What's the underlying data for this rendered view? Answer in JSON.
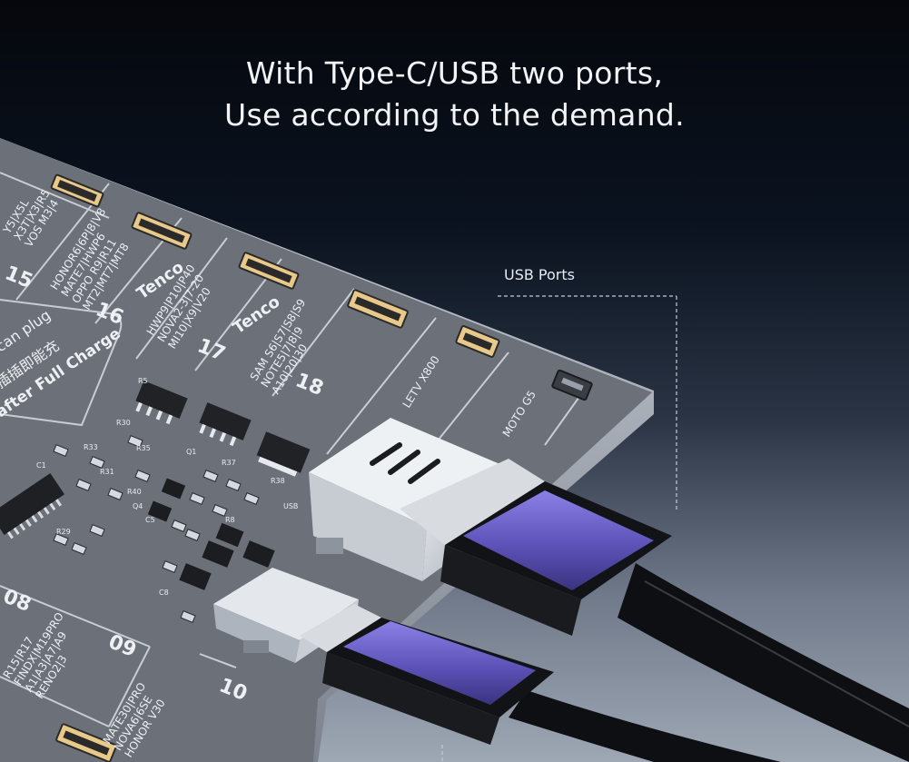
{
  "headline": {
    "line1": "With Type-C/USB two ports,",
    "line2": "Use according to the demand."
  },
  "callout": {
    "label": "USB Ports"
  },
  "board": {
    "slots": [
      {
        "number": "15",
        "brand": "",
        "models": [
          "Y5|X5L",
          "X3T|X3|R5",
          "VOS M3|4"
        ]
      },
      {
        "number": "16",
        "brand": "Tenco",
        "models": [
          "HONOR6|6P|8|V8",
          "MATE7|HWP6",
          "OPPO R9|R11",
          "MT2|MT7|MT8"
        ]
      },
      {
        "number": "17",
        "brand": "Tenco",
        "models": [
          "HWP9|P10|P40",
          "NOVA2-3|7-20",
          "MI10|X9|V20"
        ]
      },
      {
        "number": "18",
        "brand": "",
        "models": [
          "SAM S6|S7|S8|S9",
          "NOTE5|7|8|9",
          "A10|20|30"
        ]
      },
      {
        "number": "",
        "brand": "",
        "models": [
          "LETV X800"
        ]
      },
      {
        "number": "",
        "brand": "",
        "models": [
          "MOTO G5"
        ]
      },
      {
        "number": "08",
        "brand": "",
        "models": []
      },
      {
        "number": "09",
        "brand": "",
        "models": [
          "R15|R17",
          "FINDX|M19PRO",
          "A1|A3|A7|A9",
          "RENO2|3"
        ]
      },
      {
        "number": "10",
        "brand": "",
        "models": [
          "MATE30|PRO",
          "NOVA6|6SE",
          "HONOR V30"
        ]
      }
    ],
    "panel_text": [
      "can plug",
      "插插即能充",
      "after Full Charge"
    ],
    "silkscreen": [
      "R5",
      "R33",
      "R30",
      "R35",
      "R37",
      "R38",
      "R31",
      "R40",
      "C1",
      "C5",
      "Q1",
      "Q4",
      "R29",
      "R8",
      "USB",
      "C8"
    ]
  },
  "colors": {
    "board": "#6d727c",
    "panel_line": "#d8dce2",
    "connector_purple": "#6a5fc8",
    "cable": "#0e0f12",
    "port_metal": "#d9dde2"
  }
}
